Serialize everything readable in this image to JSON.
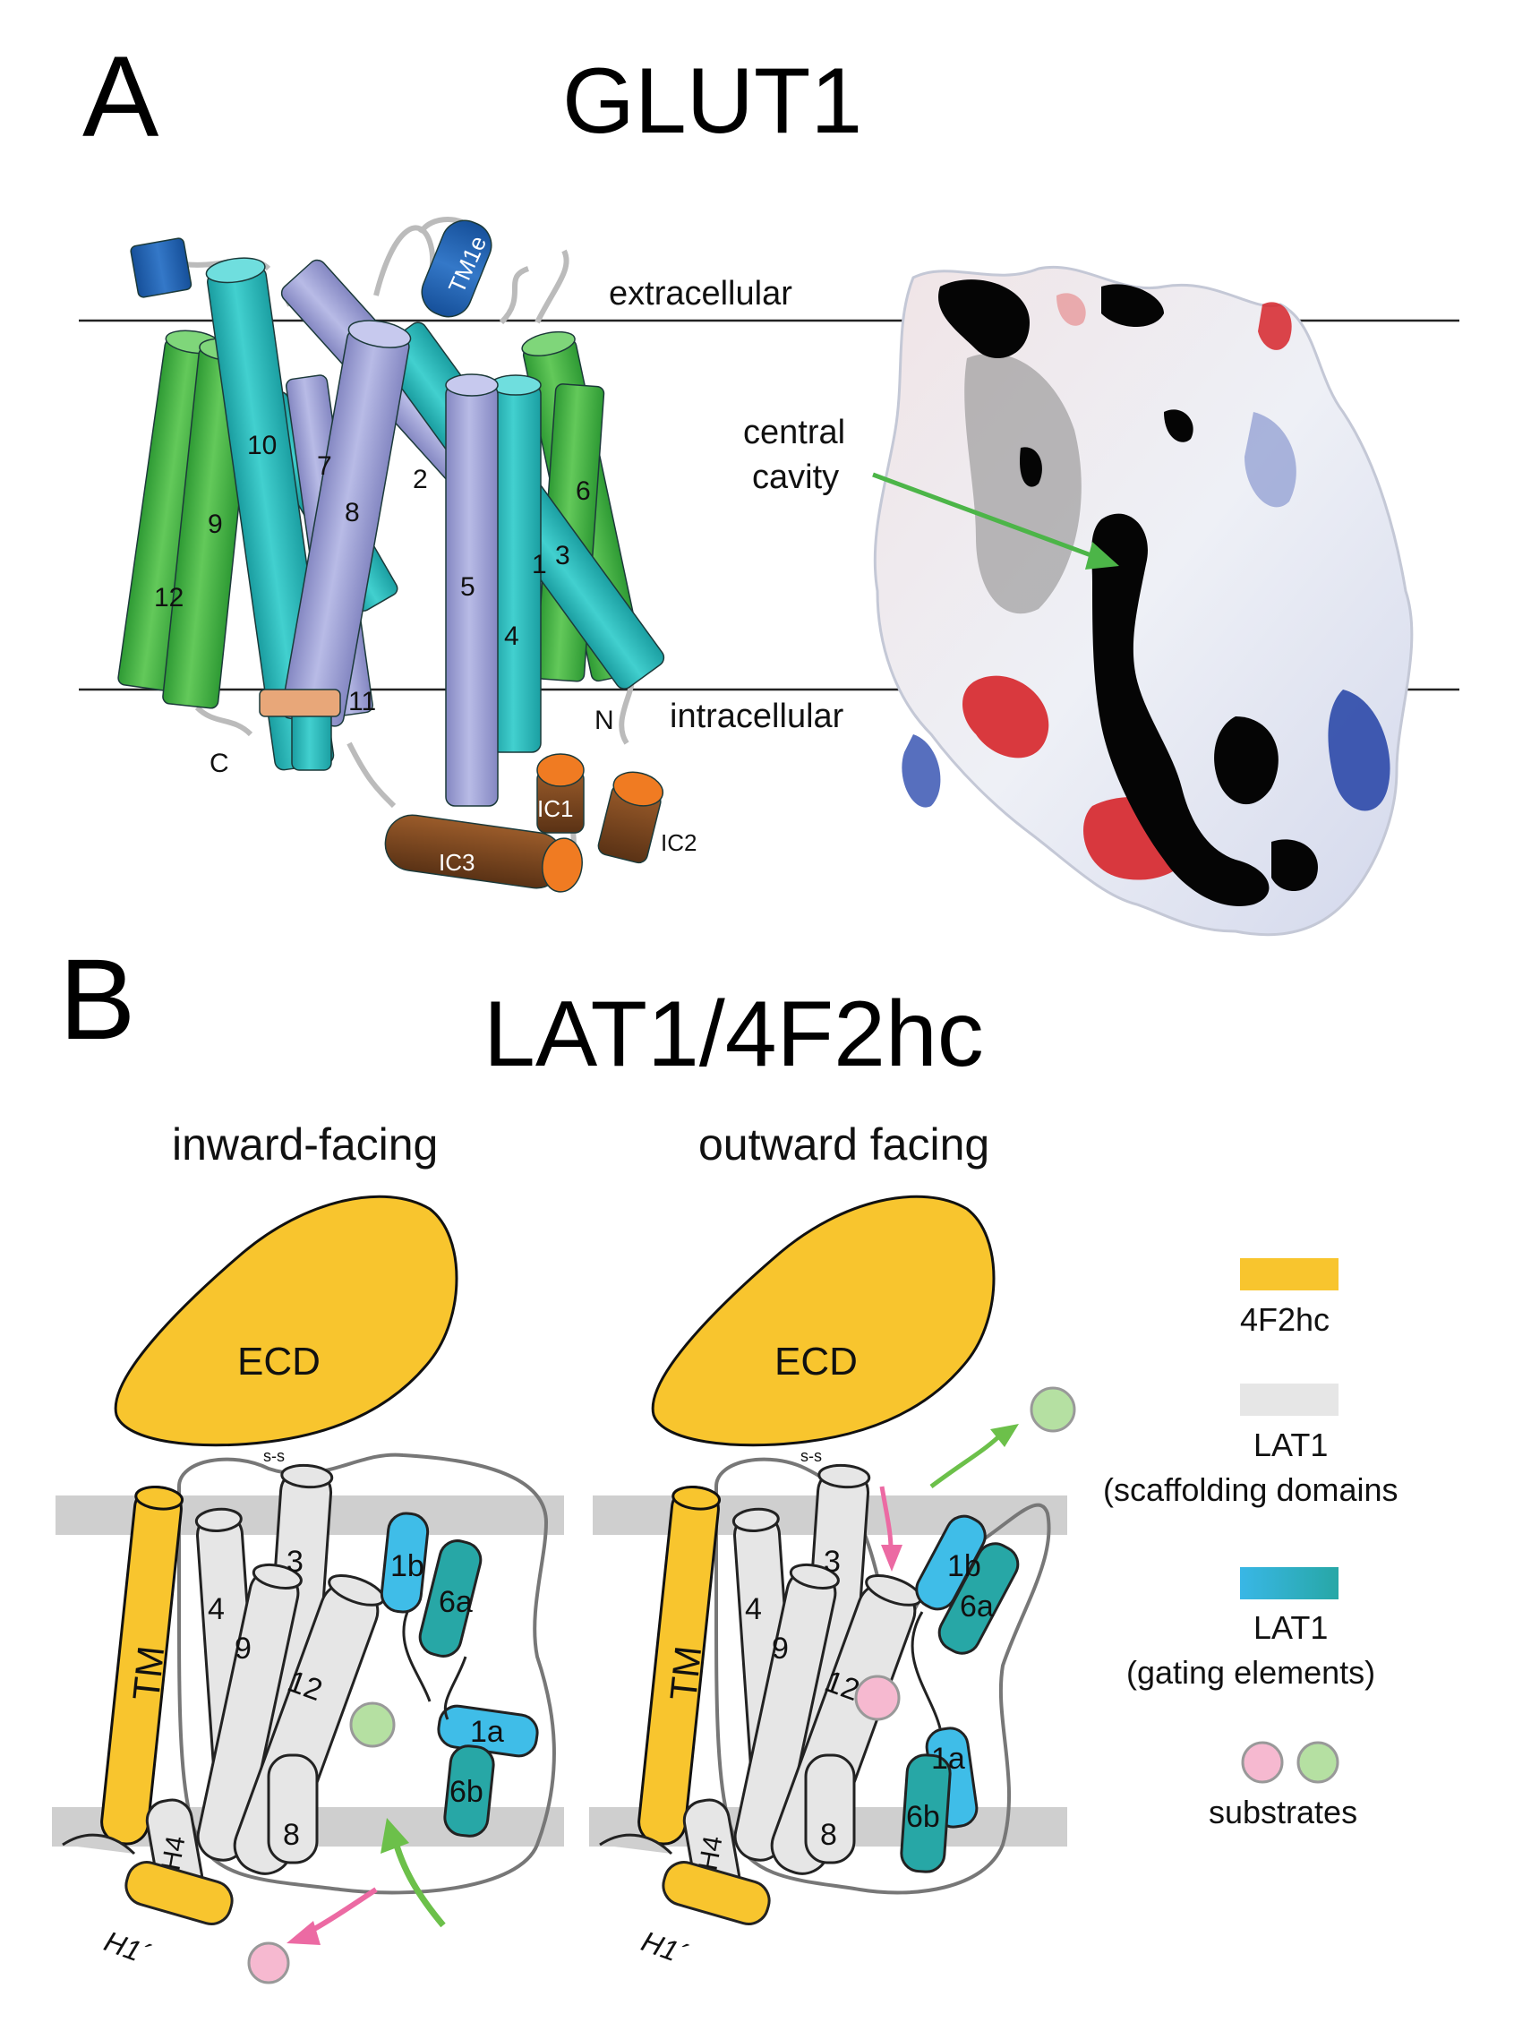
{
  "panel_a": {
    "letter": "A",
    "title": "GLUT1",
    "membrane_top_label": "extracellular",
    "membrane_bottom_label": "intracellular",
    "cavity_label_line1": "central",
    "cavity_label_line2": "cavity",
    "helix_labels": [
      "1",
      "2",
      "3",
      "4",
      "5",
      "6",
      "7",
      "8",
      "9",
      "10",
      "11",
      "12"
    ],
    "tm1e_label": "TM1e",
    "terminus_n": "N",
    "terminus_c": "C",
    "ic_labels": [
      "IC1",
      "IC2",
      "IC3"
    ],
    "colors": {
      "green": "#4cb548",
      "cyan": "#2fbdbd",
      "lavender": "#a3a6d6",
      "blue": "#2266b8",
      "orange": "#f07b22",
      "brown": "#7a4720"
    }
  },
  "panel_b": {
    "letter": "B",
    "title": "LAT1/4F2hc",
    "states": [
      {
        "label": "inward-facing",
        "ecd": "ECD",
        "tm": "TM",
        "h4": "H4",
        "h1": "H1´",
        "helices": [
          "3",
          "4",
          "9",
          "12",
          "8",
          "1b",
          "6a",
          "1a",
          "6b"
        ],
        "ss": "s-s"
      },
      {
        "label": "outward facing",
        "ecd": "ECD",
        "tm": "TM",
        "h4": "H4",
        "h1": "H1´",
        "helices": [
          "3",
          "4",
          "9",
          "12",
          "8",
          "1b",
          "6a",
          "1a",
          "6b"
        ],
        "ss": "s-s"
      }
    ],
    "legend": [
      {
        "label": "4F2hc",
        "color": "#f8c52e"
      },
      {
        "label": "LAT1\n(scaffolding domains",
        "line1": "LAT1",
        "line2": "(scaffolding domains",
        "color": "#e6e6e6"
      },
      {
        "label": "LAT1\n(gating elements)",
        "line1": "LAT1",
        "line2": "(gating elements)",
        "color": "#39b7e6"
      },
      {
        "label": "substrates",
        "color_pink": "#f6b9d0",
        "color_green": "#b5e0a2"
      }
    ]
  }
}
